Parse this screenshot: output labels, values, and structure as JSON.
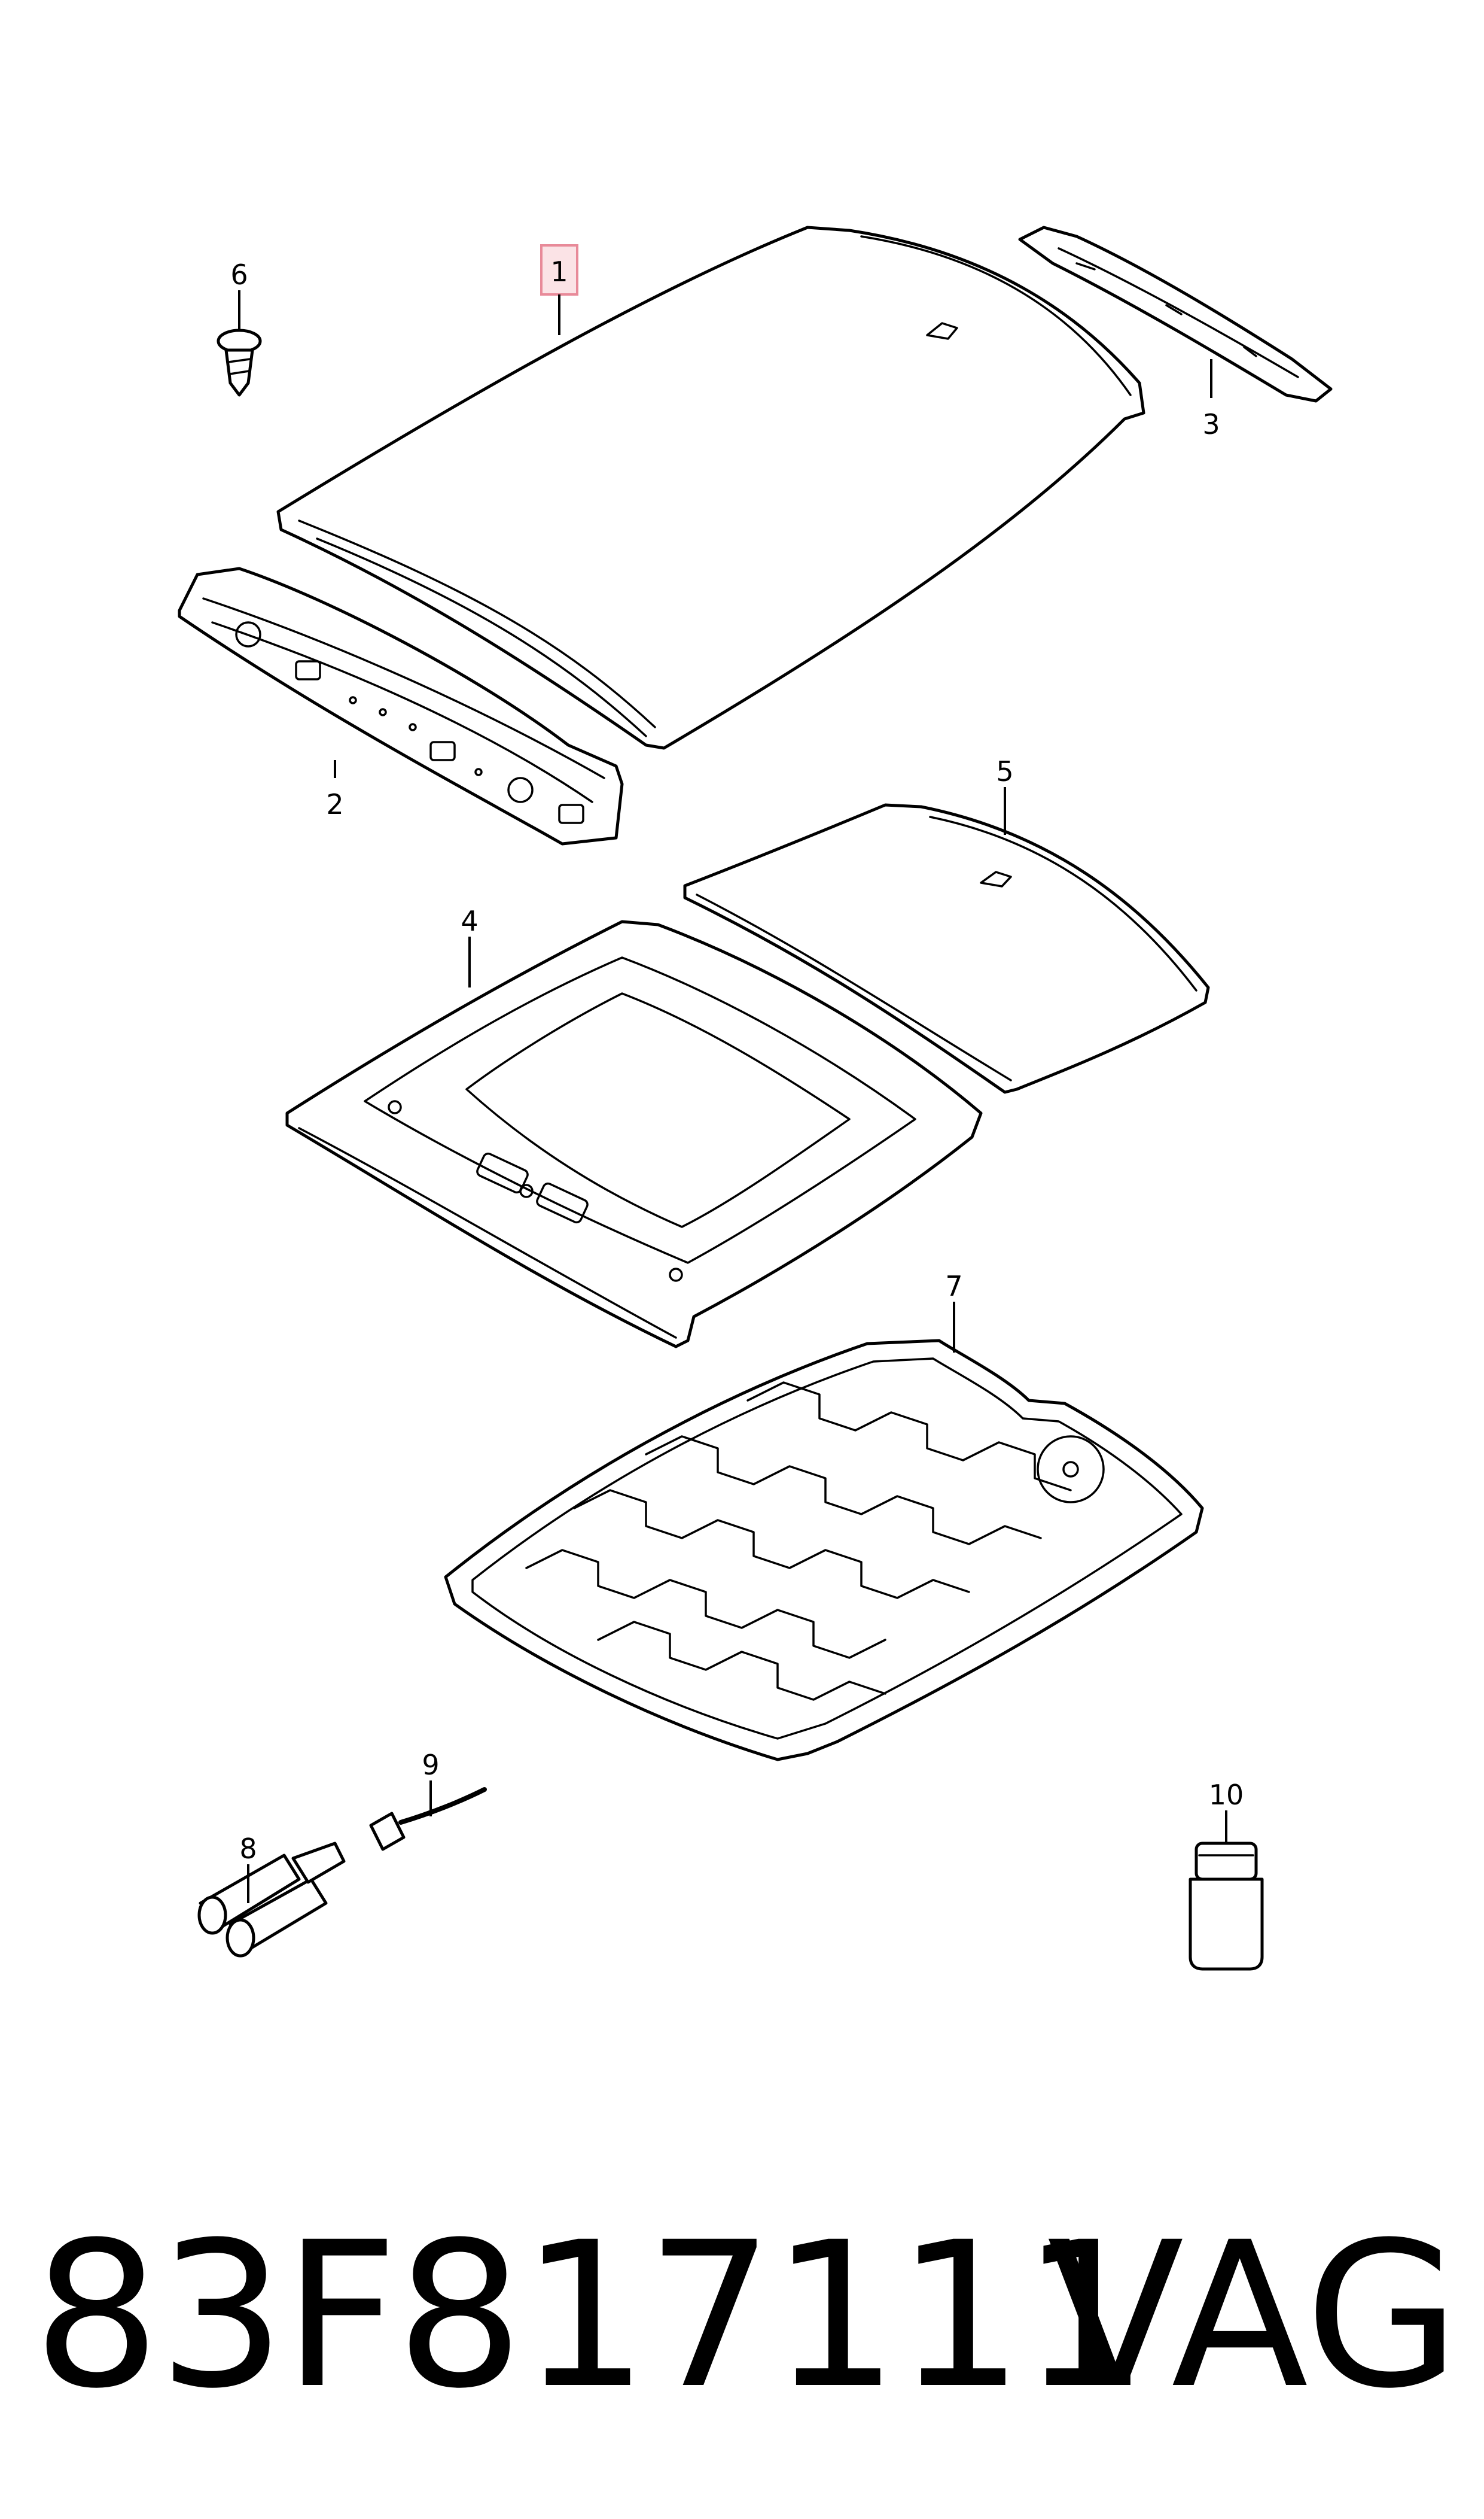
{
  "callouts": {
    "c1": "1",
    "c2": "2",
    "c3": "3",
    "c4": "4",
    "c5": "5",
    "c6": "6",
    "c7": "7",
    "c8": "8",
    "c9": "9",
    "c10": "10"
  },
  "highlighted_callout": "1",
  "colors": {
    "highlight_fill": "#fbe3e6",
    "highlight_stroke": "#e88a99",
    "line": "#000000"
  },
  "footer": {
    "part_number": "83F817111",
    "brand": "VAG"
  }
}
